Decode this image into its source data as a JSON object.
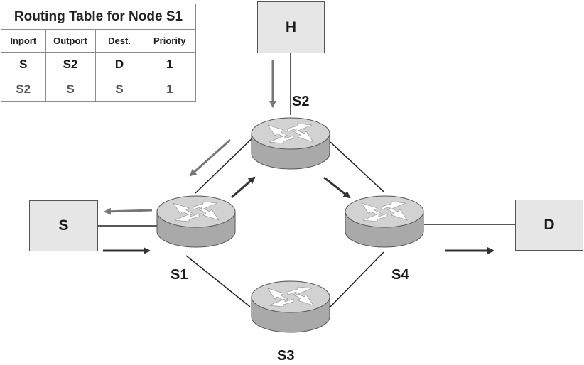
{
  "routing_table": {
    "title": "Routing Table for Node S1",
    "headers": [
      "Inport",
      "Outport",
      "Dest.",
      "Priority"
    ],
    "rows": [
      [
        "S",
        "S2",
        "D",
        "1"
      ],
      [
        "S2",
        "S",
        "S",
        "1"
      ]
    ]
  },
  "hosts": {
    "h": "H",
    "s": "S",
    "d": "D"
  },
  "routers": {
    "s1": "S1",
    "s2": "S2",
    "s3": "S3",
    "s4": "S4"
  },
  "colors": {
    "forward_arrow": "#333333",
    "return_arrow": "#777777",
    "router_body": "#a9a9a9",
    "router_top": "#d2d2d2",
    "host_fill": "#e6e6e6"
  }
}
